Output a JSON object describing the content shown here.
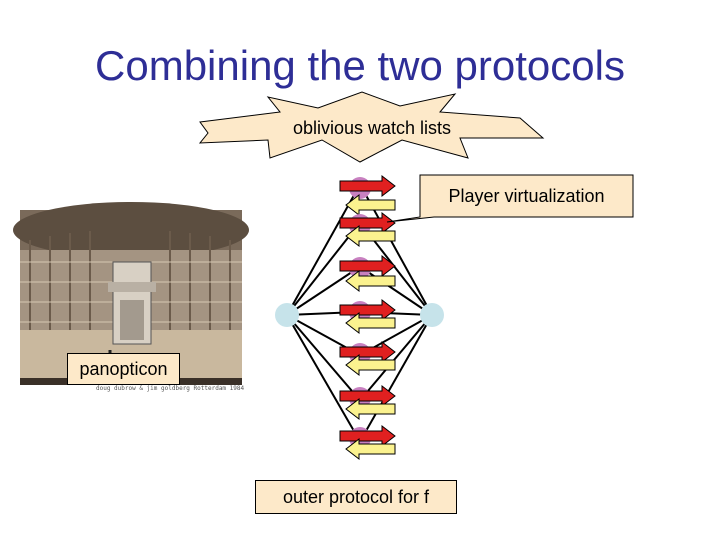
{
  "slide": {
    "title": "Combining the two protocols"
  },
  "labels": {
    "star": "oblivious watch lists",
    "callout": "Player virtualization",
    "panopticon": "panopticon",
    "outer": "outer protocol for f"
  },
  "photo": {
    "caption": "doug dubrow & jim goldberg Rotterdam 1984"
  },
  "colors": {
    "title": "#2e2e96",
    "label_fill": "#fde9c9",
    "node_fill": "#c6e3ea",
    "player_fill": "#c880c0",
    "arrow_red": "#e02020",
    "arrow_yellow": "#fbf28f"
  }
}
